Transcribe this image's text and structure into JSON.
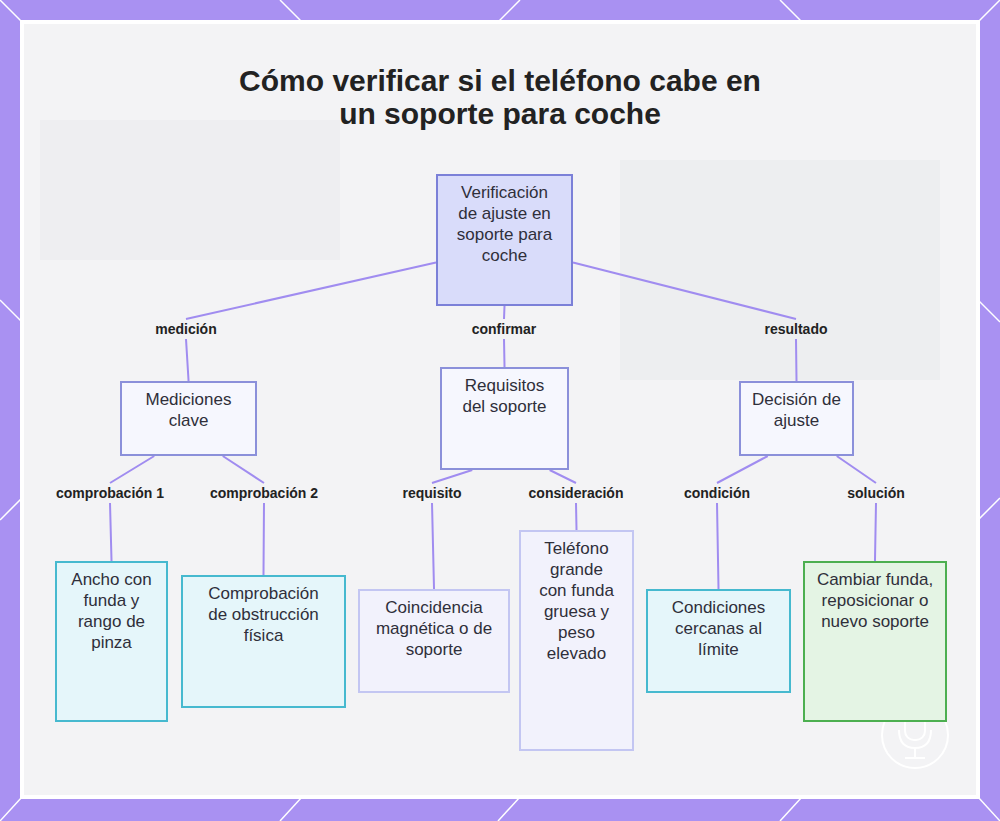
{
  "diagram": {
    "title": "Cómo verificar si el teléfono cabe en un soporte para coche",
    "nodes": [
      {
        "text": [
          "Verificación de ajuste en soporte para coche"
        ]
      },
      {
        "text": [
          "Mediciones clave"
        ]
      },
      {
        "text": [
          "Requisitos del soporte"
        ]
      },
      {
        "text": [
          "Decisión de ajuste"
        ]
      },
      {
        "text": [
          "Ancho con funda y rango de pinza"
        ]
      },
      {
        "text": [
          "Comprobación de obstrucción física"
        ]
      },
      {
        "text": [
          "Coincidencia magnética o de soporte"
        ]
      },
      {
        "text": [
          "Teléfono grande con funda gruesa y peso elevado"
        ]
      },
      {
        "text": [
          "Condiciones cercanas al límite"
        ]
      },
      {
        "text": [
          "Cambiar funda, reposicionar o nuevo soporte"
        ]
      }
    ],
    "edges": [
      {
        "from": 0,
        "to": 1,
        "label": "medición",
        "arrow": "none"
      },
      {
        "from": 0,
        "to": 2,
        "label": "confirmar",
        "arrow": "none"
      },
      {
        "from": 0,
        "to": 3,
        "label": "resultado",
        "arrow": "none"
      },
      {
        "from": 1,
        "to": 4,
        "label": "comprobación 1",
        "arrow": "none"
      },
      {
        "from": 1,
        "to": 5,
        "label": "comprobación 2",
        "arrow": "none"
      },
      {
        "from": 2,
        "to": 6,
        "label": "requisito",
        "arrow": "none"
      },
      {
        "from": 2,
        "to": 7,
        "label": "consideración",
        "arrow": "none"
      },
      {
        "from": 3,
        "to": 8,
        "label": "condición",
        "arrow": "none"
      },
      {
        "from": 3,
        "to": 9,
        "label": "solución",
        "arrow": "none"
      }
    ]
  }
}
